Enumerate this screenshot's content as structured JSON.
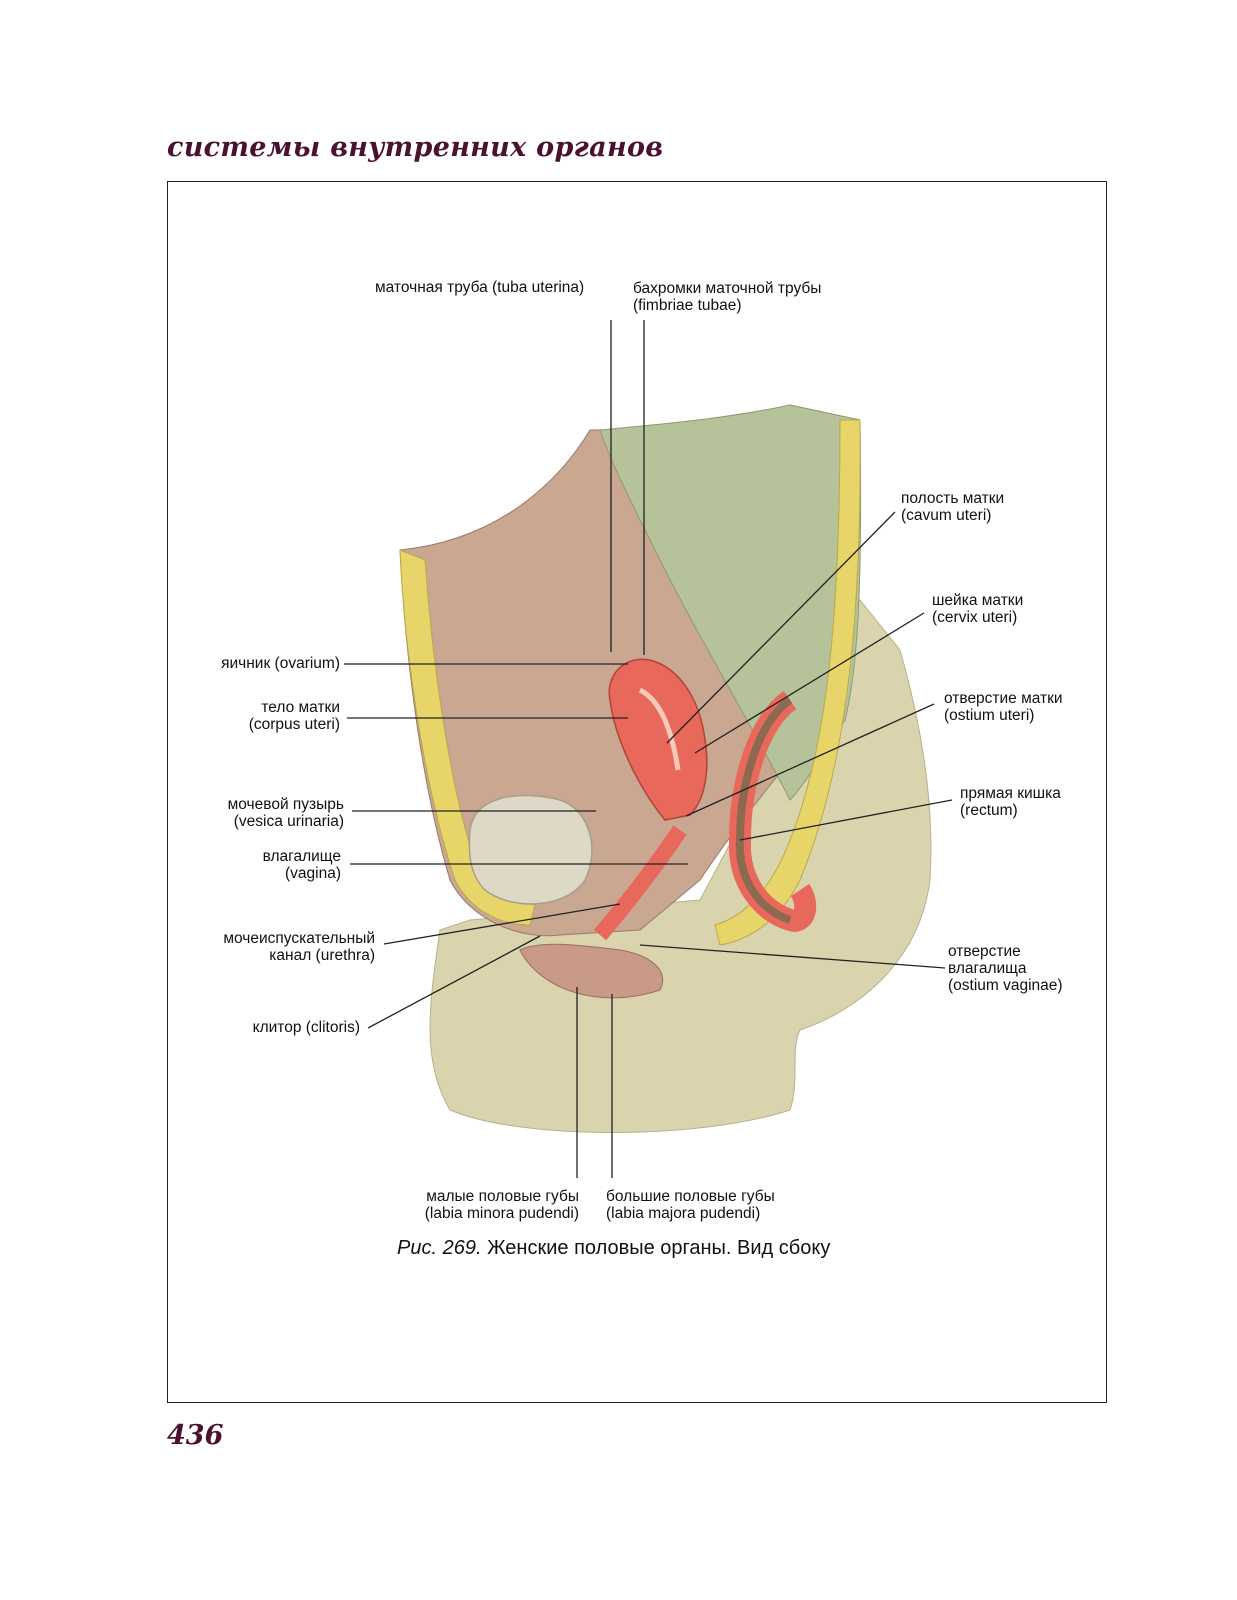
{
  "running_head": "системы внутренних органов",
  "page_number": "436",
  "caption": {
    "fig_no": "Рис. 269.",
    "text": "Женские половые органы. Вид сбоку"
  },
  "labels": {
    "tuba": "маточная труба (tuba uterina)",
    "fimbriae_1": "бахромки маточной трубы",
    "fimbriae_2": "(fimbriae tubae)",
    "ovarium": "яичник (ovarium)",
    "corpus_1": "тело матки",
    "corpus_2": "(corpus uteri)",
    "vesica_1": "мочевой пузырь",
    "vesica_2": "(vesica urinaria)",
    "vagina_1": "влагалище",
    "vagina_2": "(vagina)",
    "urethra_1": "мочеиспускательный",
    "urethra_2": "канал (urethra)",
    "clitoris": "клитор (clitoris)",
    "cavum_1": "полость матки",
    "cavum_2": "(cavum uteri)",
    "cervix_1": "шейка матки",
    "cervix_2": "(cervix uteri)",
    "ostium_1": "отверстие матки",
    "ostium_2": "(ostium uteri)",
    "rectum_1": "прямая кишка",
    "rectum_2": "(rectum)",
    "ost_vag_1": "отверстие",
    "ost_vag_2": "влагалища",
    "ost_vag_3": "(ostium vaginae)",
    "minora_1": "малые половые губы",
    "minora_2": "(labia minora pudendi)",
    "majora_1": "большие половые губы",
    "majora_2": "(labia majora pudendi)"
  }
}
